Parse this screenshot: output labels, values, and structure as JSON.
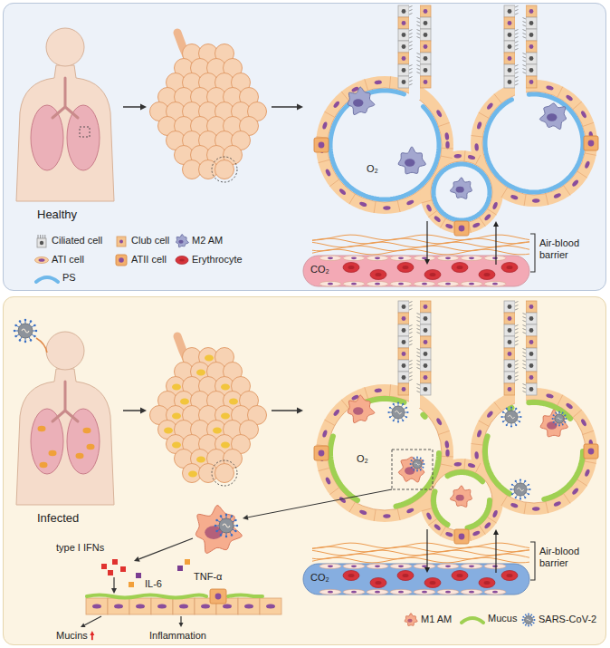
{
  "diagram": {
    "nodes": [
      {
        "text": [
          "Healthy"
        ]
      },
      {
        "text": [
          "Infected"
        ]
      }
    ],
    "labels": [
      "O₂",
      "CO₂",
      "Air-blood barrier",
      "type I IFNs",
      "TNF-α",
      "IL-6",
      "Mucins",
      "Inflammation",
      "O₂",
      "CO₂",
      "Air-blood barrier"
    ],
    "legend": [
      {
        "text": "Ciliated cell"
      },
      {
        "text": "Club cell"
      },
      {
        "text": "M2 AM"
      },
      {
        "text": "ATI cell"
      },
      {
        "text": "ATII cell"
      },
      {
        "text": "Erythrocyte"
      },
      {
        "text": "PS",
        "color": "#6fb8ea"
      },
      {
        "text": "M1 AM"
      },
      {
        "text": "Mucus",
        "color": "#9fd052"
      },
      {
        "text": "SARS-CoV-2"
      }
    ]
  }
}
